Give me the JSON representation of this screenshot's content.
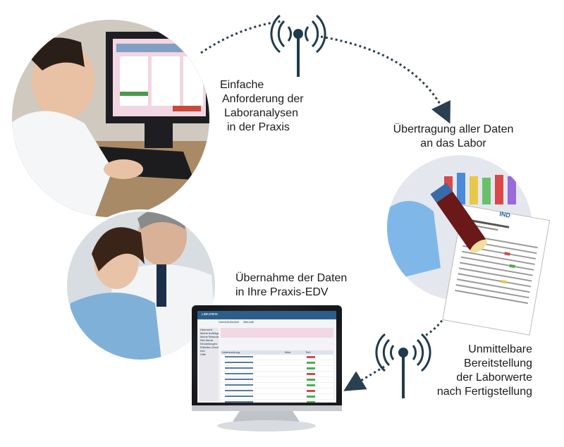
{
  "steps": [
    {
      "lines": [
        "Einfache",
        "Anforderung der",
        "Laboranalysen",
        "in der Praxis"
      ]
    },
    {
      "lines": [
        "Übertragung aller Daten",
        "an das Labor"
      ]
    },
    {
      "lines": [
        "Unmittelbare",
        "Bereitstellung",
        "der Laborwerte",
        "nach Fertigstellung"
      ]
    },
    {
      "lines": [
        "Übernahme der Daten",
        "in Ihre Praxis-EDV"
      ]
    }
  ],
  "report": {
    "logo": "IND"
  },
  "lab_app": {
    "title": "LabOnline",
    "top_tabs": [
      "Home/Anfordern",
      "Befunde"
    ],
    "sidebar": [
      "Übersicht",
      "Meine Aufträge",
      "Meine Befunde",
      "Ref-Werte",
      "Einstellungen",
      "Etiketten-Druck",
      "Info",
      "Hilfe"
    ],
    "table_headers": [
      "Untersuchung",
      "Wert",
      "Ref."
    ]
  },
  "colors": {
    "arrow": "#2a3f4f",
    "antenna": "#1f3b4d",
    "accent_pink": "#e8b4c8",
    "accent_blue": "#2c5e8c"
  }
}
